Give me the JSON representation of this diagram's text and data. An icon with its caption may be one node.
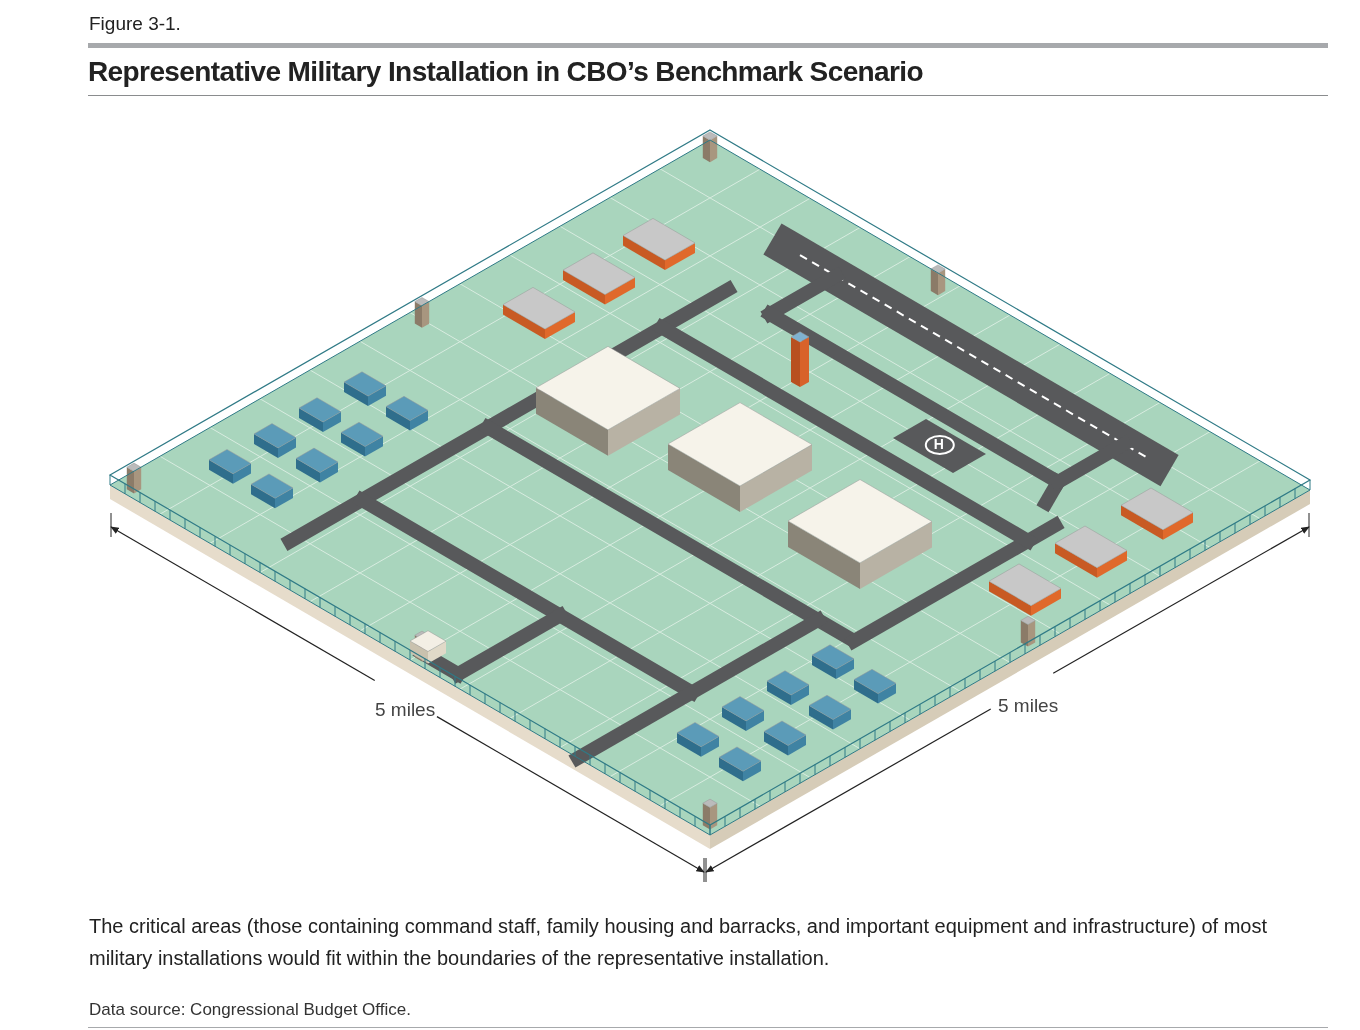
{
  "diagram": {
    "title": "Representative Military Installation in CBO’s Benchmark Scenario",
    "caption": "The critical areas (those containing command staff, family housing and barracks, and important equipment and infrastructure) of most military installations would fit within the boundaries of the representative installation.",
    "labels": [
      "Figure 3-1.",
      "5 miles",
      "5 miles",
      "H",
      "Data source: Congressional Budget Office."
    ]
  }
}
